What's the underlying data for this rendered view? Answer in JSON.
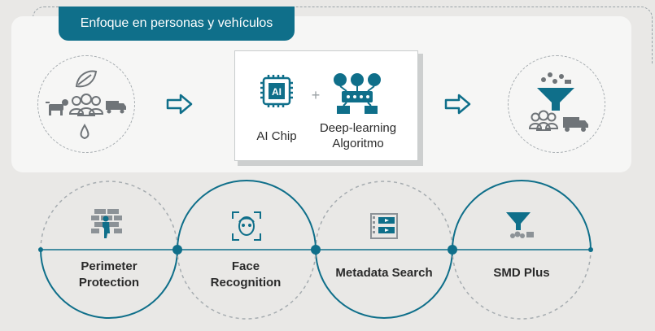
{
  "header": {
    "tab_label": "Enfoque en personas y vehículos"
  },
  "flow": {
    "center": {
      "chip_label": "AI Chip",
      "chip_text": "AI",
      "plus": "+",
      "algo_label_line1": "Deep-learning",
      "algo_label_line2": "Algoritmo"
    }
  },
  "features": [
    {
      "label_line1": "Perimeter",
      "label_line2": "Protection",
      "icon": "perimeter-wall-icon"
    },
    {
      "label_line1": "Face",
      "label_line2": "Recognition",
      "icon": "face-scan-icon"
    },
    {
      "label_line1": "Metadata Search",
      "label_line2": "",
      "icon": "filmstrip-icon"
    },
    {
      "label_line1": "SMD Plus",
      "label_line2": "",
      "icon": "funnel-filter-icon"
    }
  ],
  "colors": {
    "accent": "#0f6f8a",
    "background": "#e9e8e6",
    "panel": "#f6f6f5",
    "icon_gray": "#6f7478"
  }
}
